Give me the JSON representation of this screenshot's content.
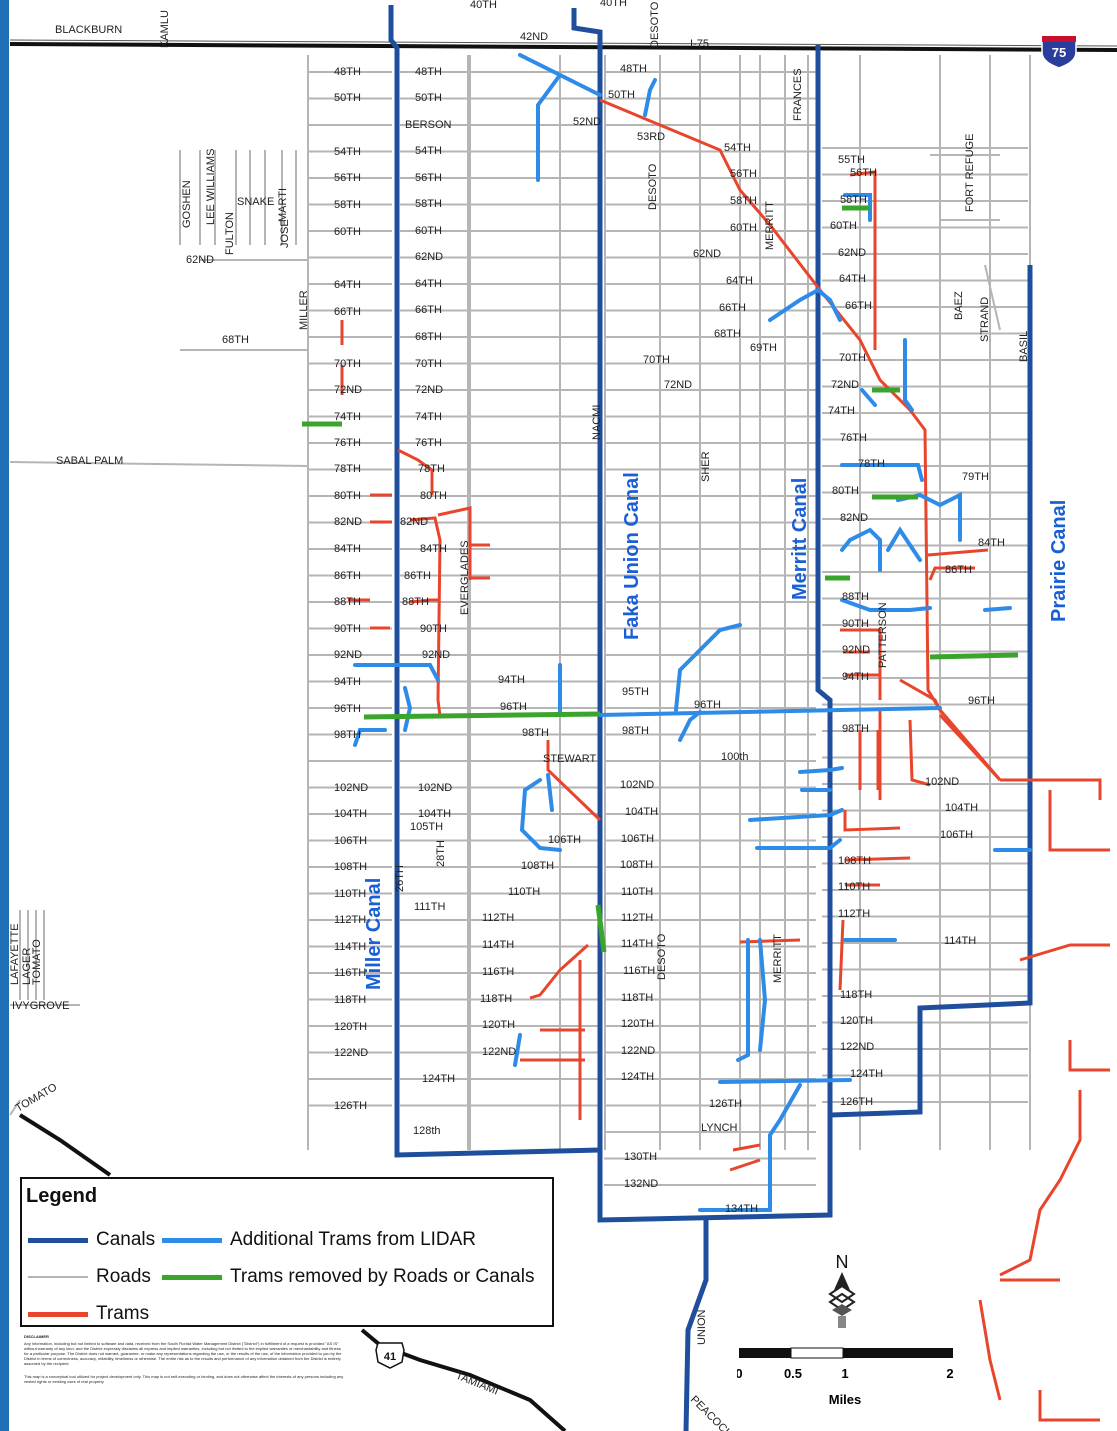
{
  "highway": {
    "name": "I-75",
    "shield_number": "75",
    "label": "I-75"
  },
  "us_route": {
    "shield_number": "41",
    "label": "TAMIAMI"
  },
  "canals": [
    {
      "name": "Miller Canal"
    },
    {
      "name": "Faka Union Canal"
    },
    {
      "name": "Merritt Canal"
    },
    {
      "name": "Prairie Canal"
    }
  ],
  "roads": {
    "top": [
      "BLACKBURN",
      "KAMLU",
      "40TH",
      "40TH",
      "DESOTO",
      "42ND"
    ],
    "north_south": [
      "GOSHEN",
      "LEE WILLIAMS",
      "SNAKE",
      "MARTI",
      "JOSE",
      "FULTON",
      "MILLER",
      "EVERGLADES",
      "NACMI",
      "DESOTO",
      "SHER",
      "MERRITT",
      "FRANCES",
      "FORT REFUGE",
      "BAEZ",
      "STRAND",
      "BASIL",
      "PATTERSON",
      "26TH",
      "28TH",
      "UNION",
      "PEACOCK",
      "MERRITT",
      "DESOTO",
      "LAFAYETTE",
      "LAGER",
      "TOMATO"
    ],
    "west_col": [
      "48TH",
      "50TH",
      "54TH",
      "56TH",
      "58TH",
      "60TH",
      "64TH",
      "66TH",
      "70TH",
      "72ND",
      "74TH",
      "76TH",
      "78TH",
      "80TH",
      "82ND",
      "84TH",
      "86TH",
      "88TH",
      "90TH",
      "92ND",
      "94TH",
      "96TH",
      "98TH",
      "102ND",
      "104TH",
      "106TH",
      "108TH",
      "110TH",
      "112TH",
      "114TH",
      "116TH",
      "118TH",
      "120TH",
      "122ND",
      "126TH"
    ],
    "mid_col": [
      "48TH",
      "50TH",
      "BERSON",
      "54TH",
      "56TH",
      "58TH",
      "60TH",
      "62ND",
      "64TH",
      "66TH",
      "68TH",
      "70TH",
      "72ND",
      "74TH",
      "76TH",
      "78TH",
      "80TH",
      "82ND",
      "84TH",
      "86TH",
      "88TH",
      "90TH",
      "92ND",
      "102ND",
      "104TH",
      "105TH",
      "111TH",
      "128th"
    ],
    "center_labels": [
      "94TH",
      "96TH",
      "98TH",
      "STEWART",
      "106TH",
      "108TH",
      "110TH",
      "112TH",
      "114TH",
      "116TH",
      "118TH",
      "120TH",
      "122ND",
      "124TH"
    ],
    "east_labels": [
      "48TH",
      "50TH",
      "52ND",
      "53RD",
      "54TH",
      "56TH",
      "58TH",
      "60TH",
      "62ND",
      "64TH",
      "66TH",
      "68TH",
      "69TH",
      "70TH",
      "72ND",
      "95TH",
      "96TH",
      "98TH",
      "100th",
      "102ND",
      "104TH",
      "106TH",
      "108TH",
      "110TH",
      "112TH",
      "114TH",
      "116TH",
      "118TH",
      "120TH",
      "122ND",
      "124TH",
      "126TH",
      "LYNCH",
      "130TH",
      "132ND",
      "134TH"
    ],
    "far_east": [
      "55TH",
      "56TH",
      "58TH",
      "60TH",
      "62ND",
      "64TH",
      "66TH",
      "70TH",
      "72ND",
      "74TH",
      "76TH",
      "78TH",
      "79TH",
      "80TH",
      "82ND",
      "84TH",
      "86TH",
      "88TH",
      "90TH",
      "92ND",
      "94TH",
      "96TH",
      "98TH",
      "102ND",
      "104TH",
      "106TH",
      "108TH",
      "110TH",
      "112TH",
      "114TH",
      "118TH",
      "120TH",
      "122ND",
      "124TH",
      "126TH"
    ],
    "west_misc": [
      "68TH",
      "62ND",
      "SABAL PALM",
      "IVYGROVE",
      "TOMATO"
    ]
  },
  "legend": {
    "title": "Legend",
    "items": [
      {
        "label": "Canals",
        "color": "#1f4e9c"
      },
      {
        "label": "Additional Trams from LIDAR",
        "color": "#2f8be8"
      },
      {
        "label": "Roads",
        "color": "#b5b5b5"
      },
      {
        "label": "Trams removed by Roads or Canals",
        "color": "#3aa42c"
      },
      {
        "label": "Trams",
        "color": "#e8452c"
      }
    ]
  },
  "disclaimer": {
    "heading": "DISCLAIMER",
    "text1": "Any information, including but not limited to software and data, received from the South Florida Water Management District (\"District\") in fulfillment of a request is provided \"AS IS\" without warranty of any kind, and the District expressly disclaims all express and implied warranties, including but not limited to the implied warranties of merchantability and fitness for a particular purpose. The District does not warrant, guarantee, or make any representations regarding the use, or the results of the use, of the information provided to you by the District in terms of correctness, accuracy, reliability, timeliness or otherwise. The entire risk as to the results and performance of any information obtained from the District is entirely assumed by the recipient.",
    "text2": "This map is a conceptual tool utilized for project development only. This map is not self-executing or binding, and does not otherwise affect the interests of any persons including any vested rights or existing uses of real property."
  },
  "scale": {
    "ticks": [
      "0",
      "0.5",
      "1",
      "2"
    ],
    "unit": "Miles"
  },
  "north": {
    "label": "N"
  }
}
